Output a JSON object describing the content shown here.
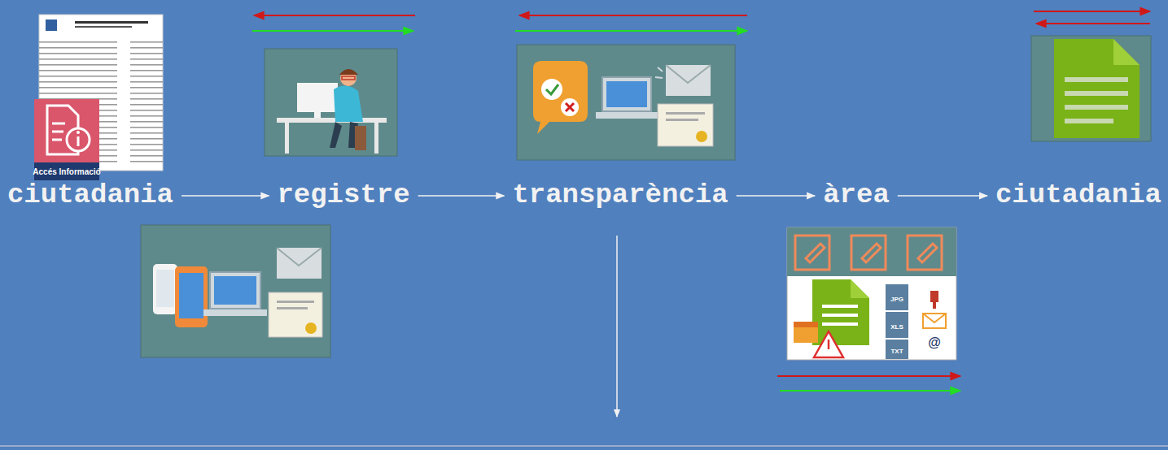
{
  "diagram": {
    "nodes": [
      {
        "text": [
          "ciutadania"
        ]
      },
      {
        "text": [
          "registre"
        ]
      },
      {
        "text": [
          "transparència"
        ]
      },
      {
        "text": [
          "àrea"
        ]
      },
      {
        "text": [
          "ciutadania"
        ]
      }
    ],
    "edges": [
      {
        "from": 0,
        "to": 1,
        "arrow": "to"
      },
      {
        "from": 1,
        "to": 2,
        "arrow": "to"
      },
      {
        "from": 2,
        "to": 3,
        "arrow": "to"
      },
      {
        "from": 3,
        "to": 4,
        "arrow": "to"
      }
    ],
    "labels": [
      "Accés Informació",
      "JPG",
      "XLS",
      "TXT",
      "@"
    ]
  }
}
